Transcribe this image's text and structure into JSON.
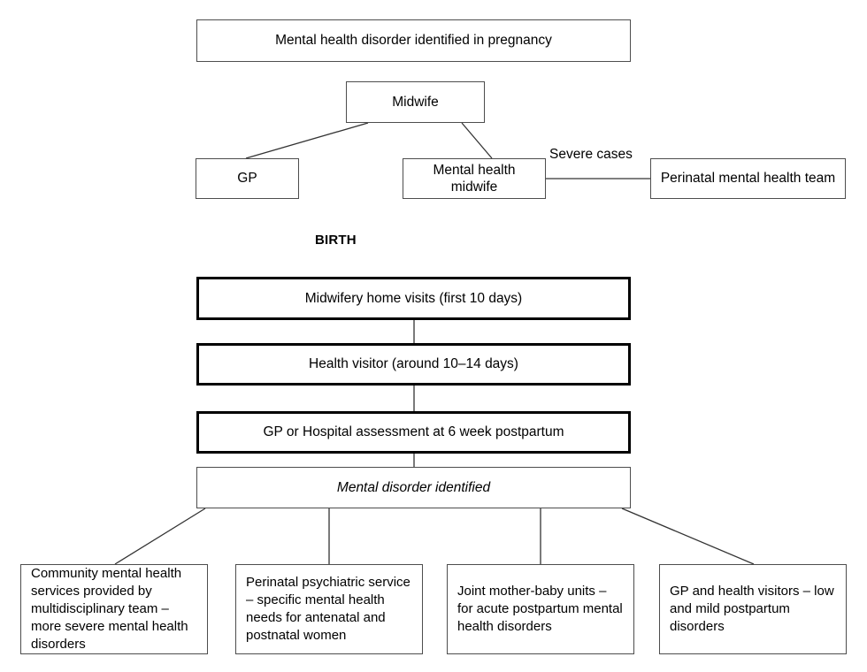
{
  "diagram": {
    "title_node": {
      "label": "Mental health disorder identified in pregnancy"
    },
    "nodes": {
      "midwife": {
        "label": "Midwife"
      },
      "gp": {
        "label": "GP"
      },
      "mental_health_midwife": {
        "label": "Mental health\nmidwife"
      },
      "perinatal_team": {
        "label": "Perinatal mental health team"
      },
      "midwifery_home_visits": {
        "label": "Midwifery home visits (first 10 days)"
      },
      "health_visitor": {
        "label": "Health visitor (around 10–14 days)"
      },
      "gp_hospital_assessment": {
        "label": "GP or Hospital assessment at 6 week postpartum"
      },
      "mental_disorder_identified": {
        "label": "Mental disorder identified"
      }
    },
    "labels": {
      "severe_cases": "Severe cases",
      "birth": "BIRTH"
    },
    "outcomes": [
      {
        "label": "Community mental health services provided by multidisciplinary team – more severe mental health disorders"
      },
      {
        "label": "Perinatal psychiatric service – specific mental health needs for antenatal and postnatal women"
      },
      {
        "label": "Joint mother-baby units – for acute postpartum mental health disorders"
      },
      {
        "label": "GP and health visitors – low and mild postpartum disorders"
      }
    ],
    "colors": {
      "border_thin": "#4d4d4d",
      "border_bold": "#000000",
      "connector": "#333333",
      "background": "#ffffff",
      "text": "#000000"
    }
  }
}
